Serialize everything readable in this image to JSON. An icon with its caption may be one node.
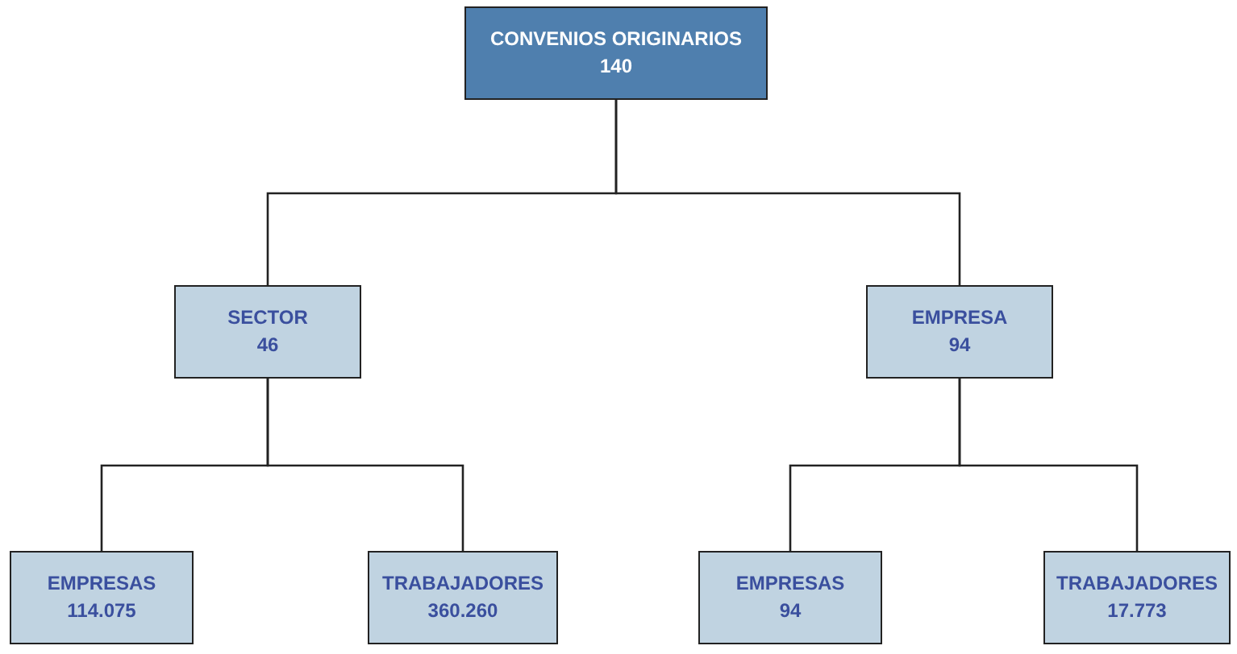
{
  "diagram": {
    "nodes": [
      {
        "text": [
          "CONVENIOS ORIGINARIOS",
          "140"
        ]
      },
      {
        "text": [
          "SECTOR",
          "46"
        ]
      },
      {
        "text": [
          "EMPRESA",
          "94"
        ]
      },
      {
        "text": [
          "EMPRESAS",
          "114.075"
        ]
      },
      {
        "text": [
          "TRABAJADORES",
          "360.260"
        ]
      },
      {
        "text": [
          "EMPRESAS",
          "94"
        ]
      },
      {
        "text": [
          "TRABAJADORES",
          "17.773"
        ]
      }
    ],
    "edges": [
      {
        "from": 0,
        "to": 1,
        "arrow": "none"
      },
      {
        "from": 0,
        "to": 2,
        "arrow": "none"
      },
      {
        "from": 1,
        "to": 3,
        "arrow": "none"
      },
      {
        "from": 1,
        "to": 4,
        "arrow": "none"
      },
      {
        "from": 2,
        "to": 5,
        "arrow": "none"
      },
      {
        "from": 2,
        "to": 6,
        "arrow": "none"
      }
    ]
  }
}
